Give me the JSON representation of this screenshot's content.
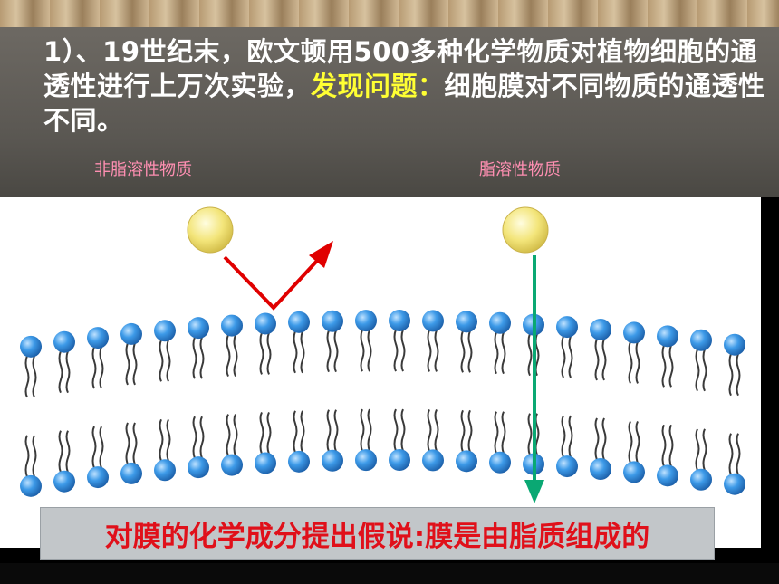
{
  "intro": {
    "part1": "1）、19世纪末，欧文顿用500多种化学物质对植物细胞的通透性进行上万次实验，",
    "highlight": "发现问题：",
    "part2": "细胞膜对不同物质的通透性不同。"
  },
  "labels": {
    "left": "非脂溶性物质",
    "right": "脂溶性物质"
  },
  "conclusion": "对膜的化学成分提出假说:膜是由脂质组成的",
  "colors": {
    "intro_text": "#ffffff",
    "highlight": "#ffff33",
    "label": "#ff8fb2",
    "conclusion_text": "#e0101a",
    "molecule": "#f0e37a",
    "lipid_head": "#2f8fe0",
    "red_arrow": "#e00000",
    "green_arrow": "#0aa873"
  },
  "icons": {
    "molecule": "yellow-molecule-ball",
    "bounce_arrow": "red-reflect-arrow",
    "pass_arrow": "green-down-arrow",
    "phospholipid": "phospholipid-molecule"
  }
}
